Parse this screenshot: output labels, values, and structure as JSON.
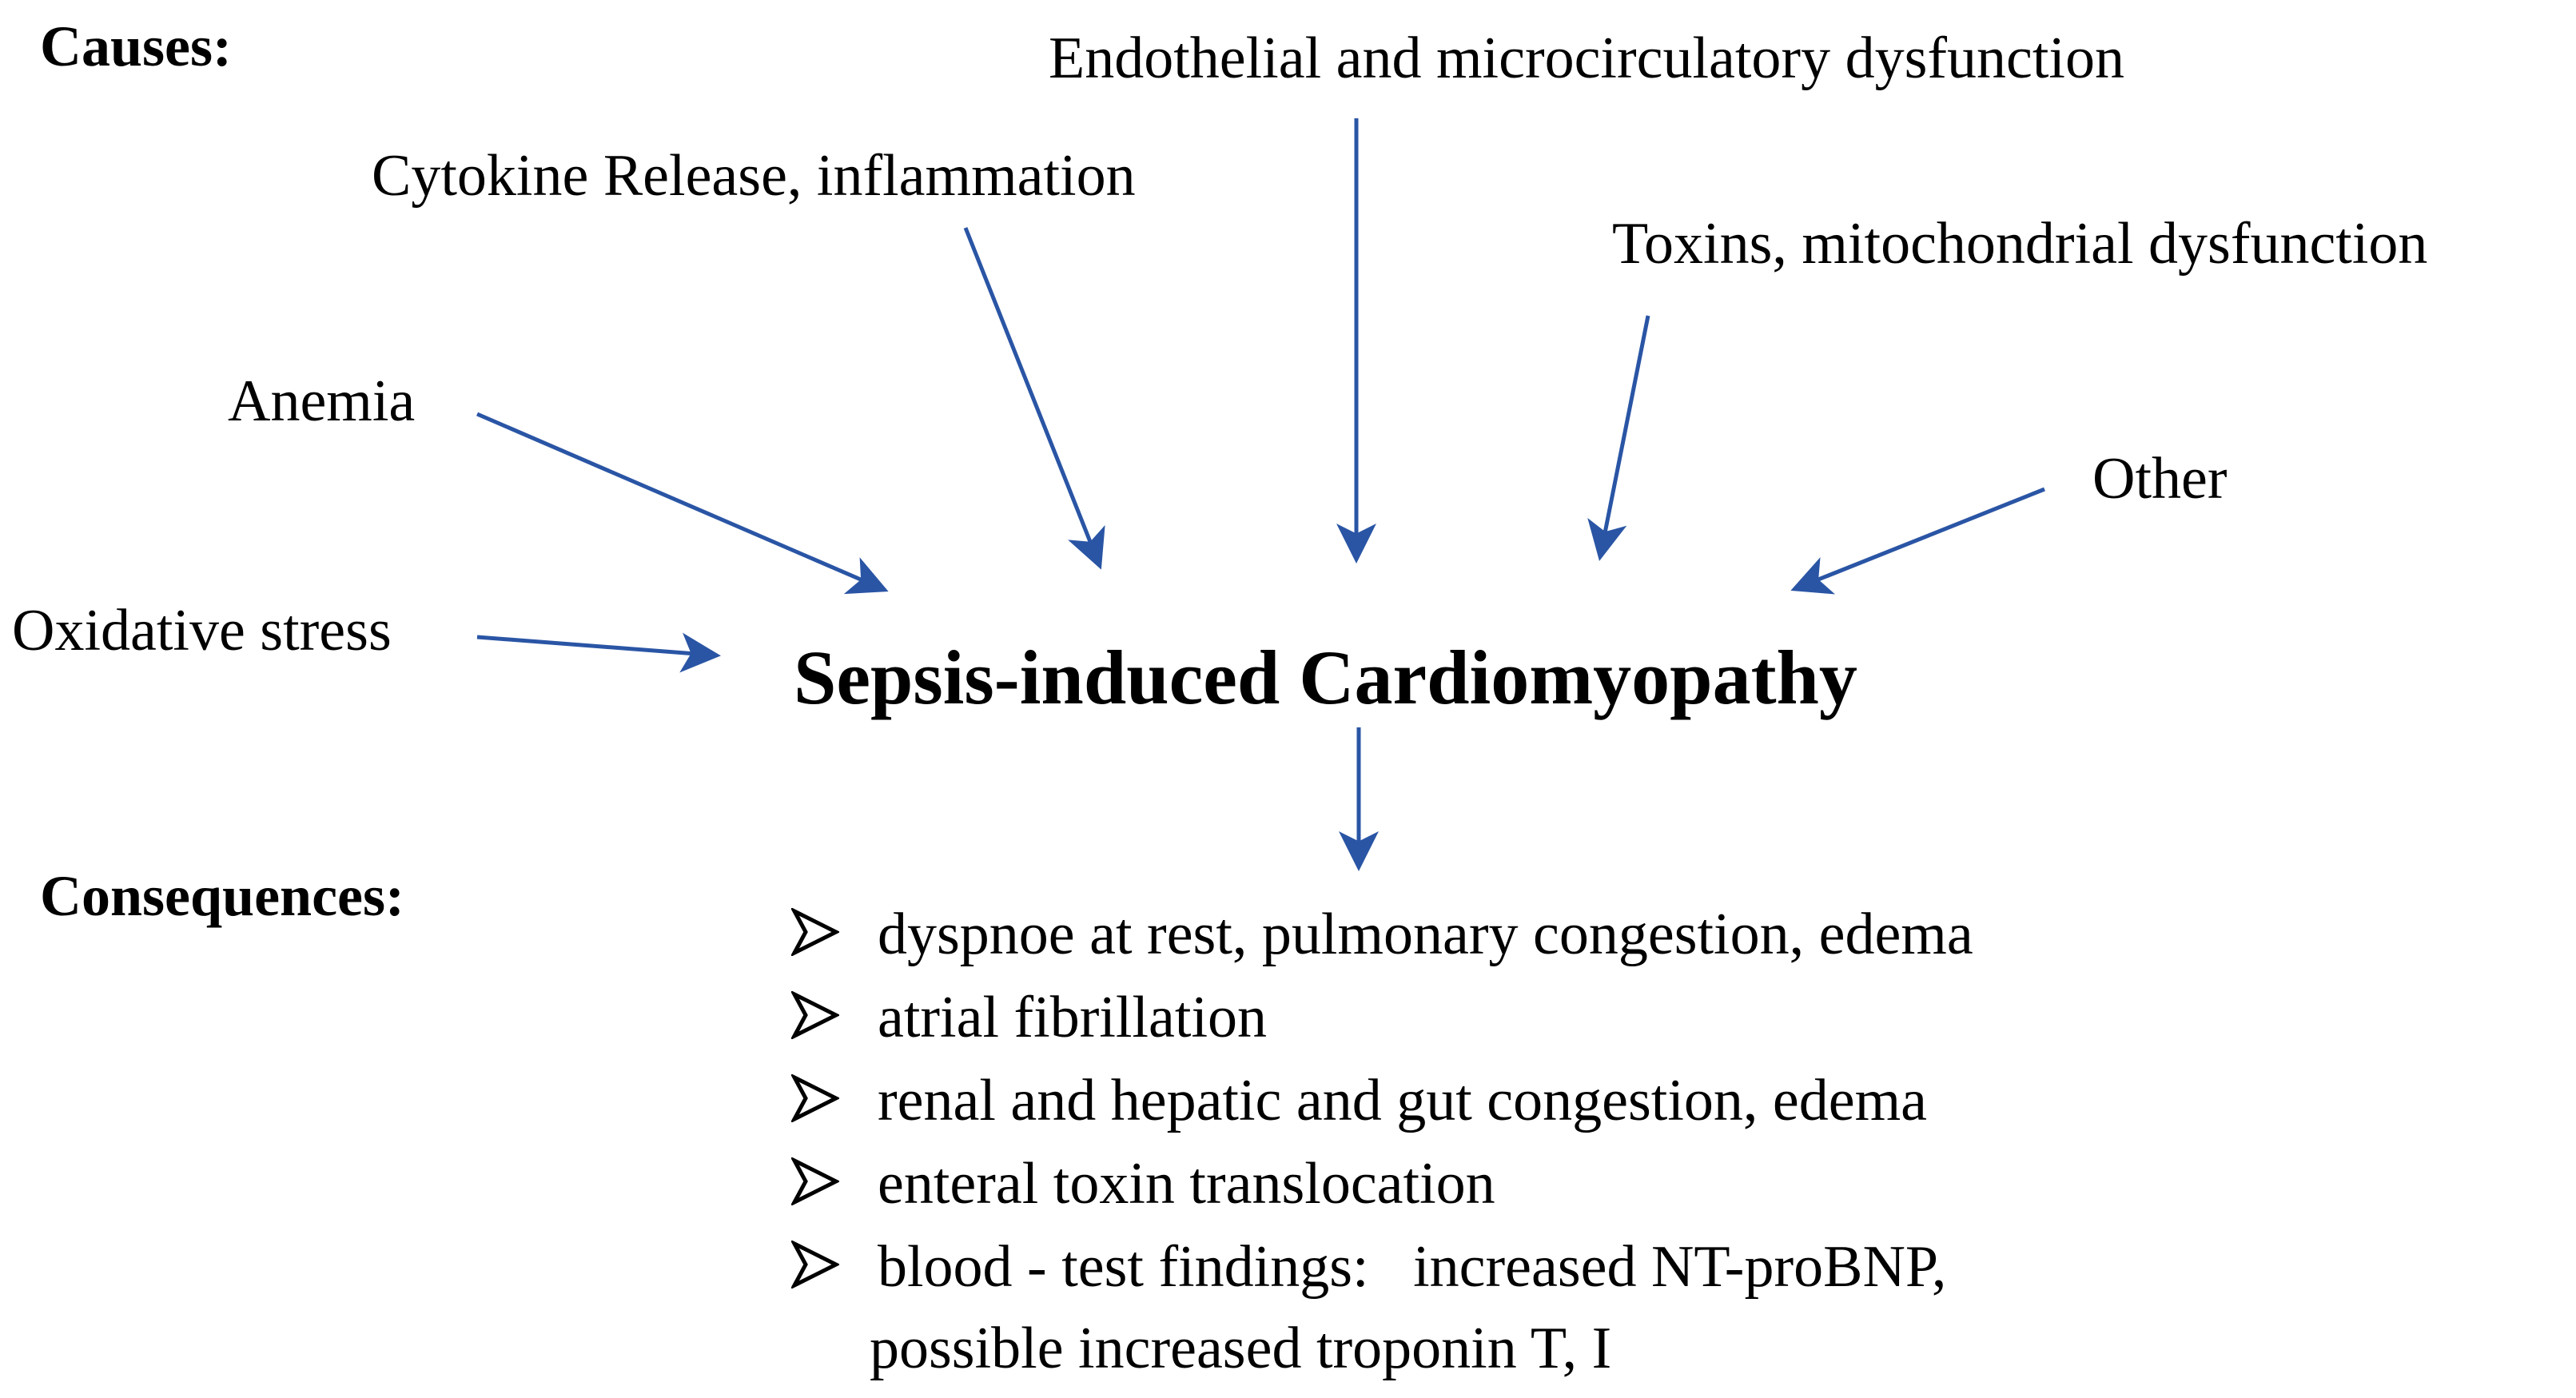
{
  "headings": {
    "causes": "Causes:",
    "consequences": "Consequences:"
  },
  "center": {
    "title": "Sepsis-induced Cardiomyopathy"
  },
  "causes": {
    "endothelial": "Endothelial and microcirculatory dysfunction",
    "cytokine": "Cytokine Release, inflammation",
    "toxins": "Toxins, mitochondrial dysfunction",
    "anemia": "Anemia",
    "other": "Other",
    "oxidative": "Oxidative stress"
  },
  "consequences": {
    "items": [
      "dyspnoe at rest, pulmonary congestion, edema",
      "atrial fibrillation",
      "renal and hepatic and gut congestion, edema",
      "enteral toxin translocation"
    ],
    "blood_line1": "blood - test findings:   increased NT-proBNP,",
    "blood_line2": "possible increased troponin T, I"
  },
  "colors": {
    "arrow": "#2a55a5",
    "text": "#000000"
  },
  "icons": {
    "bullet": "arrowhead-bullet-icon"
  }
}
